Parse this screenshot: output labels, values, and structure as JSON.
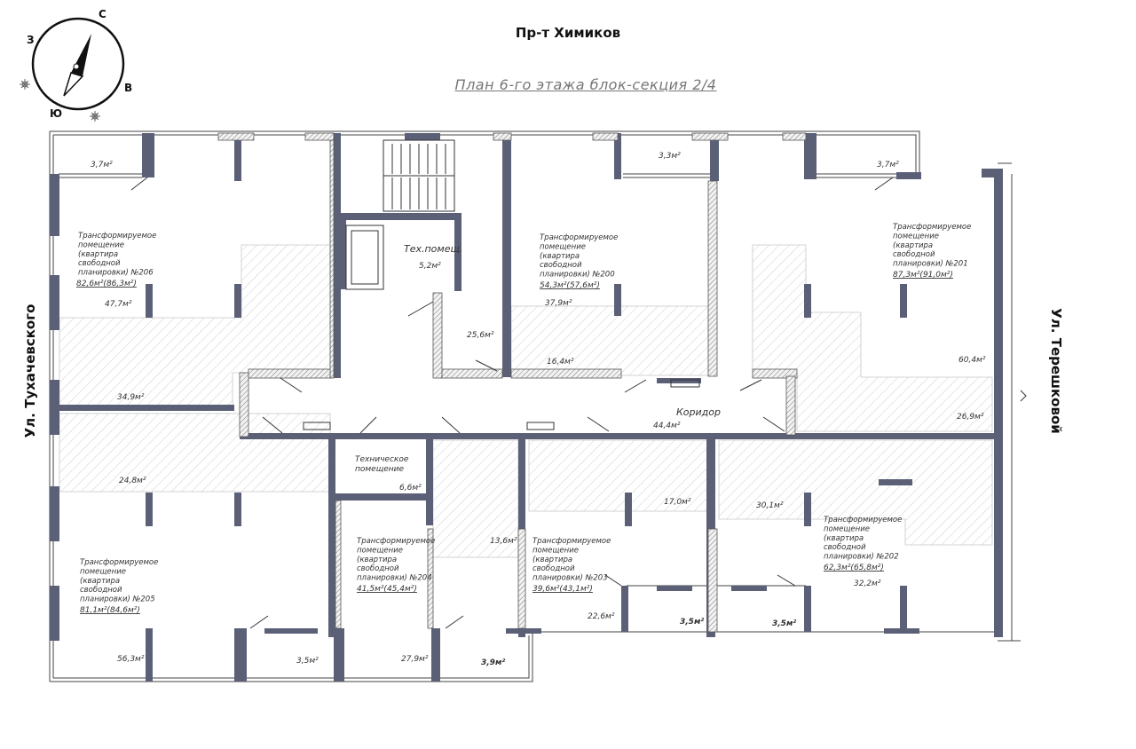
{
  "streets": {
    "north": "Пр-т Химиков",
    "west": "Ул. Тухачевского",
    "east": "Ул. Терешковой"
  },
  "plan_title": "План 6-го этажа блок-секция 2/4",
  "compass": {
    "north": "С",
    "west": "З",
    "east": "В",
    "south": "Ю"
  },
  "colors": {
    "wall": "#5b6077",
    "hatch": "#d0d0d0",
    "line": "#333333"
  },
  "rooms": {
    "balcony_206": "3,7м²",
    "balcony_200": "3,3м²",
    "balcony_201": "3,7м²",
    "apt206_title": "Трансформируемое\nпомещение\n(квартира\nсвободной\nпланировки) №206",
    "apt206_area": "82,6м²(86,3м²)",
    "apt206_r1": "47,7м²",
    "apt206_r2": "34,9м²",
    "tech1_name": "Тех.помещ.",
    "tech1_area": "5,2м²",
    "lobby_area": "25,6м²",
    "apt200_title": "Трансформируемое\nпомещение\n(квартира\nсвободной\nпланировки) №200",
    "apt200_area": "54,3м²(57,6м²)",
    "apt200_r1": "37,9м²",
    "apt200_r2": "16,4м²",
    "apt201_title": "Трансформируемое\nпомещение\n(квартира\nсвободной\nпланировки) №201",
    "apt201_area": "87,3м²(91,0м²)",
    "apt201_r1": "60,4м²",
    "apt201_r2": "26,9м²",
    "corridor_name": "Коридор",
    "corridor_area": "44,4м²",
    "tech2_name": "Техническое\nпомещение",
    "tech2_area": "6,6м²",
    "apt205_r2": "24,8м²",
    "apt205_title": "Трансформируемое\nпомещение\n(квартира\nсвободной\nпланировки) №205",
    "apt205_area": "81,1м²(84,6м²)",
    "apt205_r1": "56,3м²",
    "balcony_205": "3,5м²",
    "apt204_title": "Трансформируемое\nпомещение\n(квартира\nсвободной\nпланировки) №204",
    "apt204_area": "41,5м²(45,4м²)",
    "apt204_r1": "27,9м²",
    "balcony_204": "3,9м²",
    "apt203_r2": "13,6м²",
    "apt203_r3": "17,0м²",
    "apt203_title": "Трансформируемое\nпомещение\n(квартира\nсвободной\nпланировки) №203",
    "apt203_area": "39,6м²(43,1м²)",
    "apt203_r1": "22,6м²",
    "balcony_203": "3,5м²",
    "apt202_r2": "30,1м²",
    "apt202_title": "Трансформируемое\nпомещение\n(квартира\nсвободной\nпланировки) №202",
    "apt202_area": "62,3м²(65,8м²)",
    "apt202_r1": "32,2м²",
    "balcony_202": "3,5м²"
  }
}
